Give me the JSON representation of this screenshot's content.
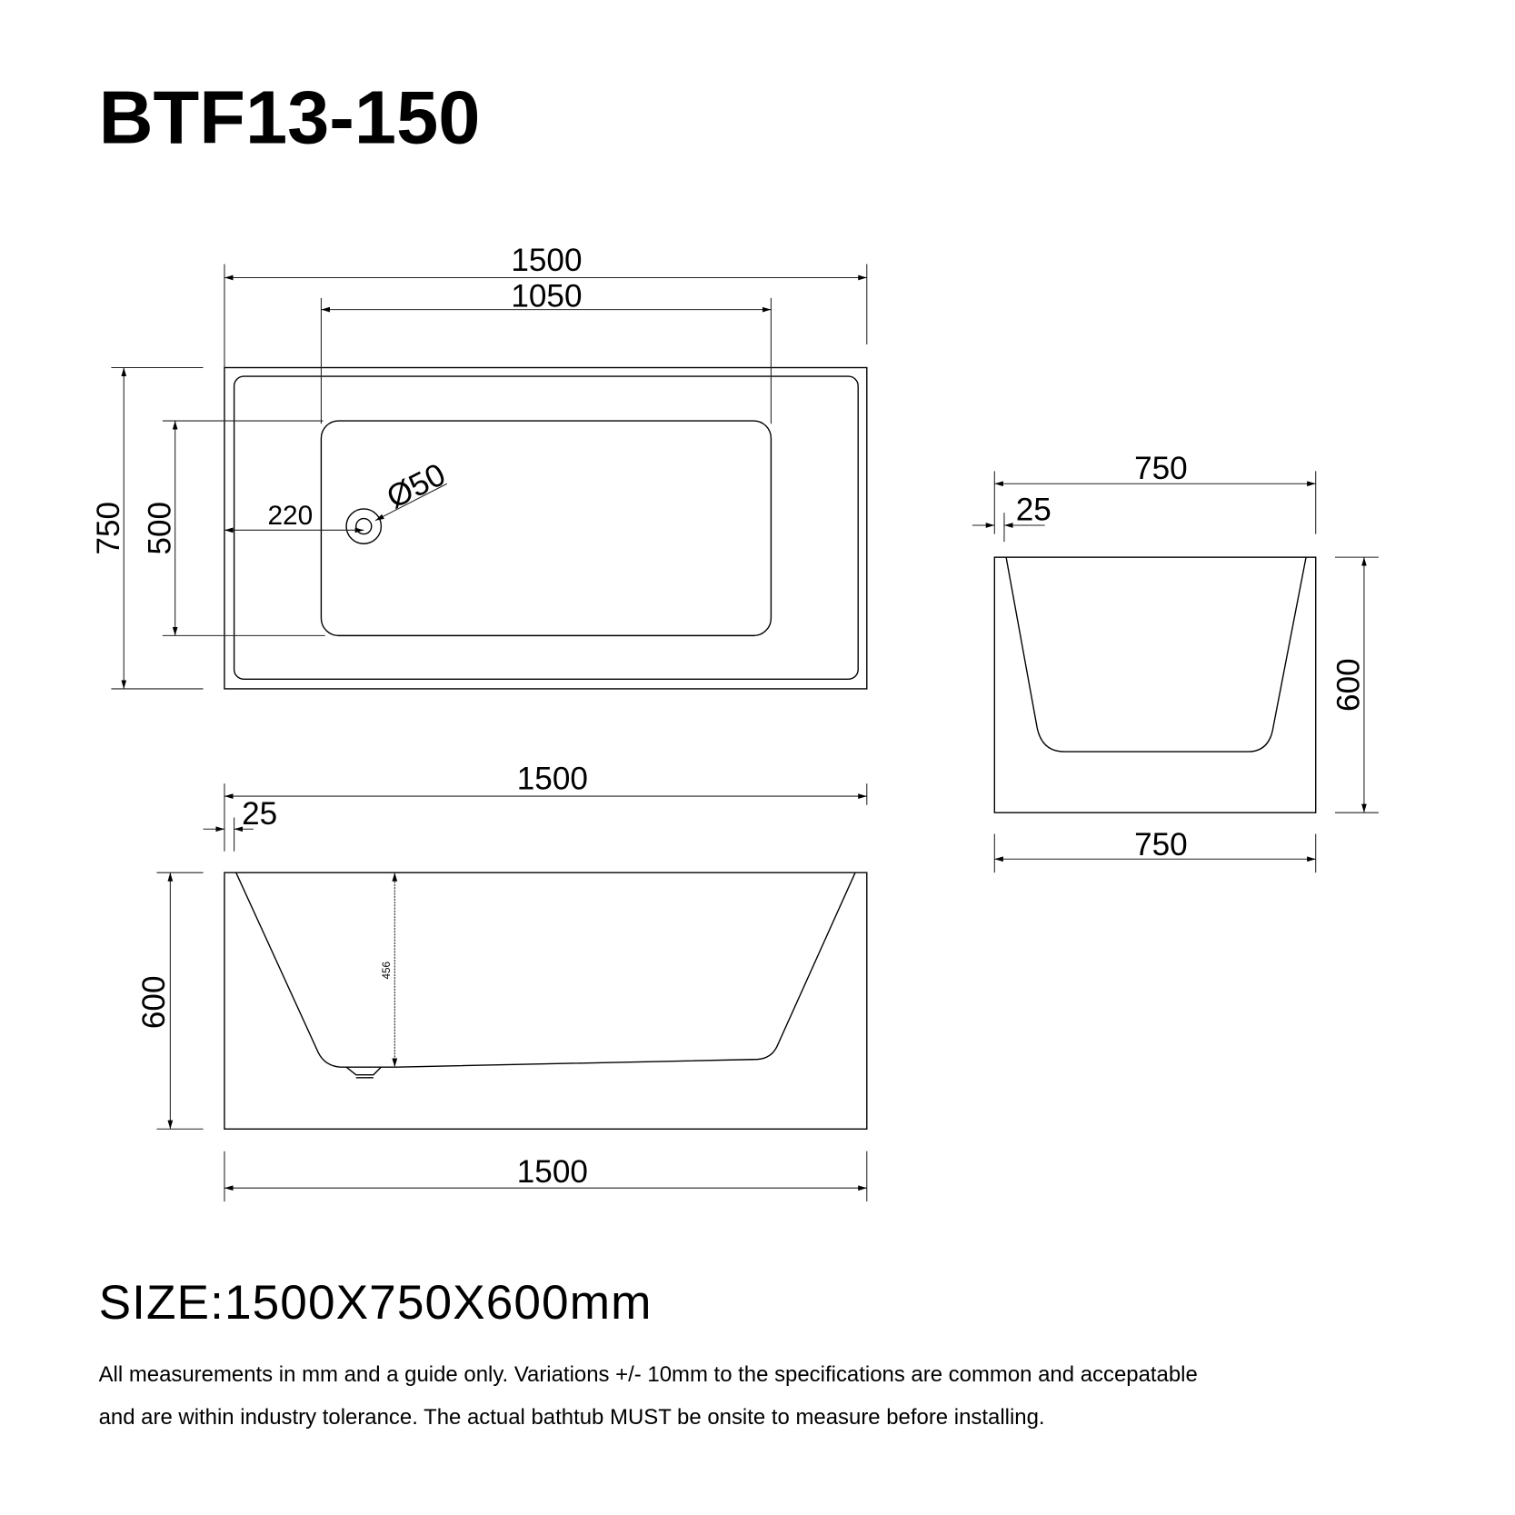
{
  "title": "BTF13-150",
  "size_label": "SIZE:1500X750X600mm",
  "notes": [
    "All measurements in mm and a guide only. Variations +/- 10mm to the specifications are common and accepatable",
    "and are within industry tolerance. The actual bathtub MUST be onsite to measure before installing."
  ],
  "top_view": {
    "overall_length": "1500",
    "basin_length": "1050",
    "overall_width": "750",
    "basin_width": "500",
    "drain_offset": "220",
    "drain_diameter": "Ø50"
  },
  "side_view": {
    "top_length": "1500",
    "rim": "25",
    "height": "600",
    "depth": "456",
    "bottom_length": "1500"
  },
  "end_view": {
    "top_width": "750",
    "rim": "25",
    "height": "600",
    "bottom_width": "750"
  },
  "colors": {
    "line": "#000000",
    "background": "#ffffff"
  }
}
